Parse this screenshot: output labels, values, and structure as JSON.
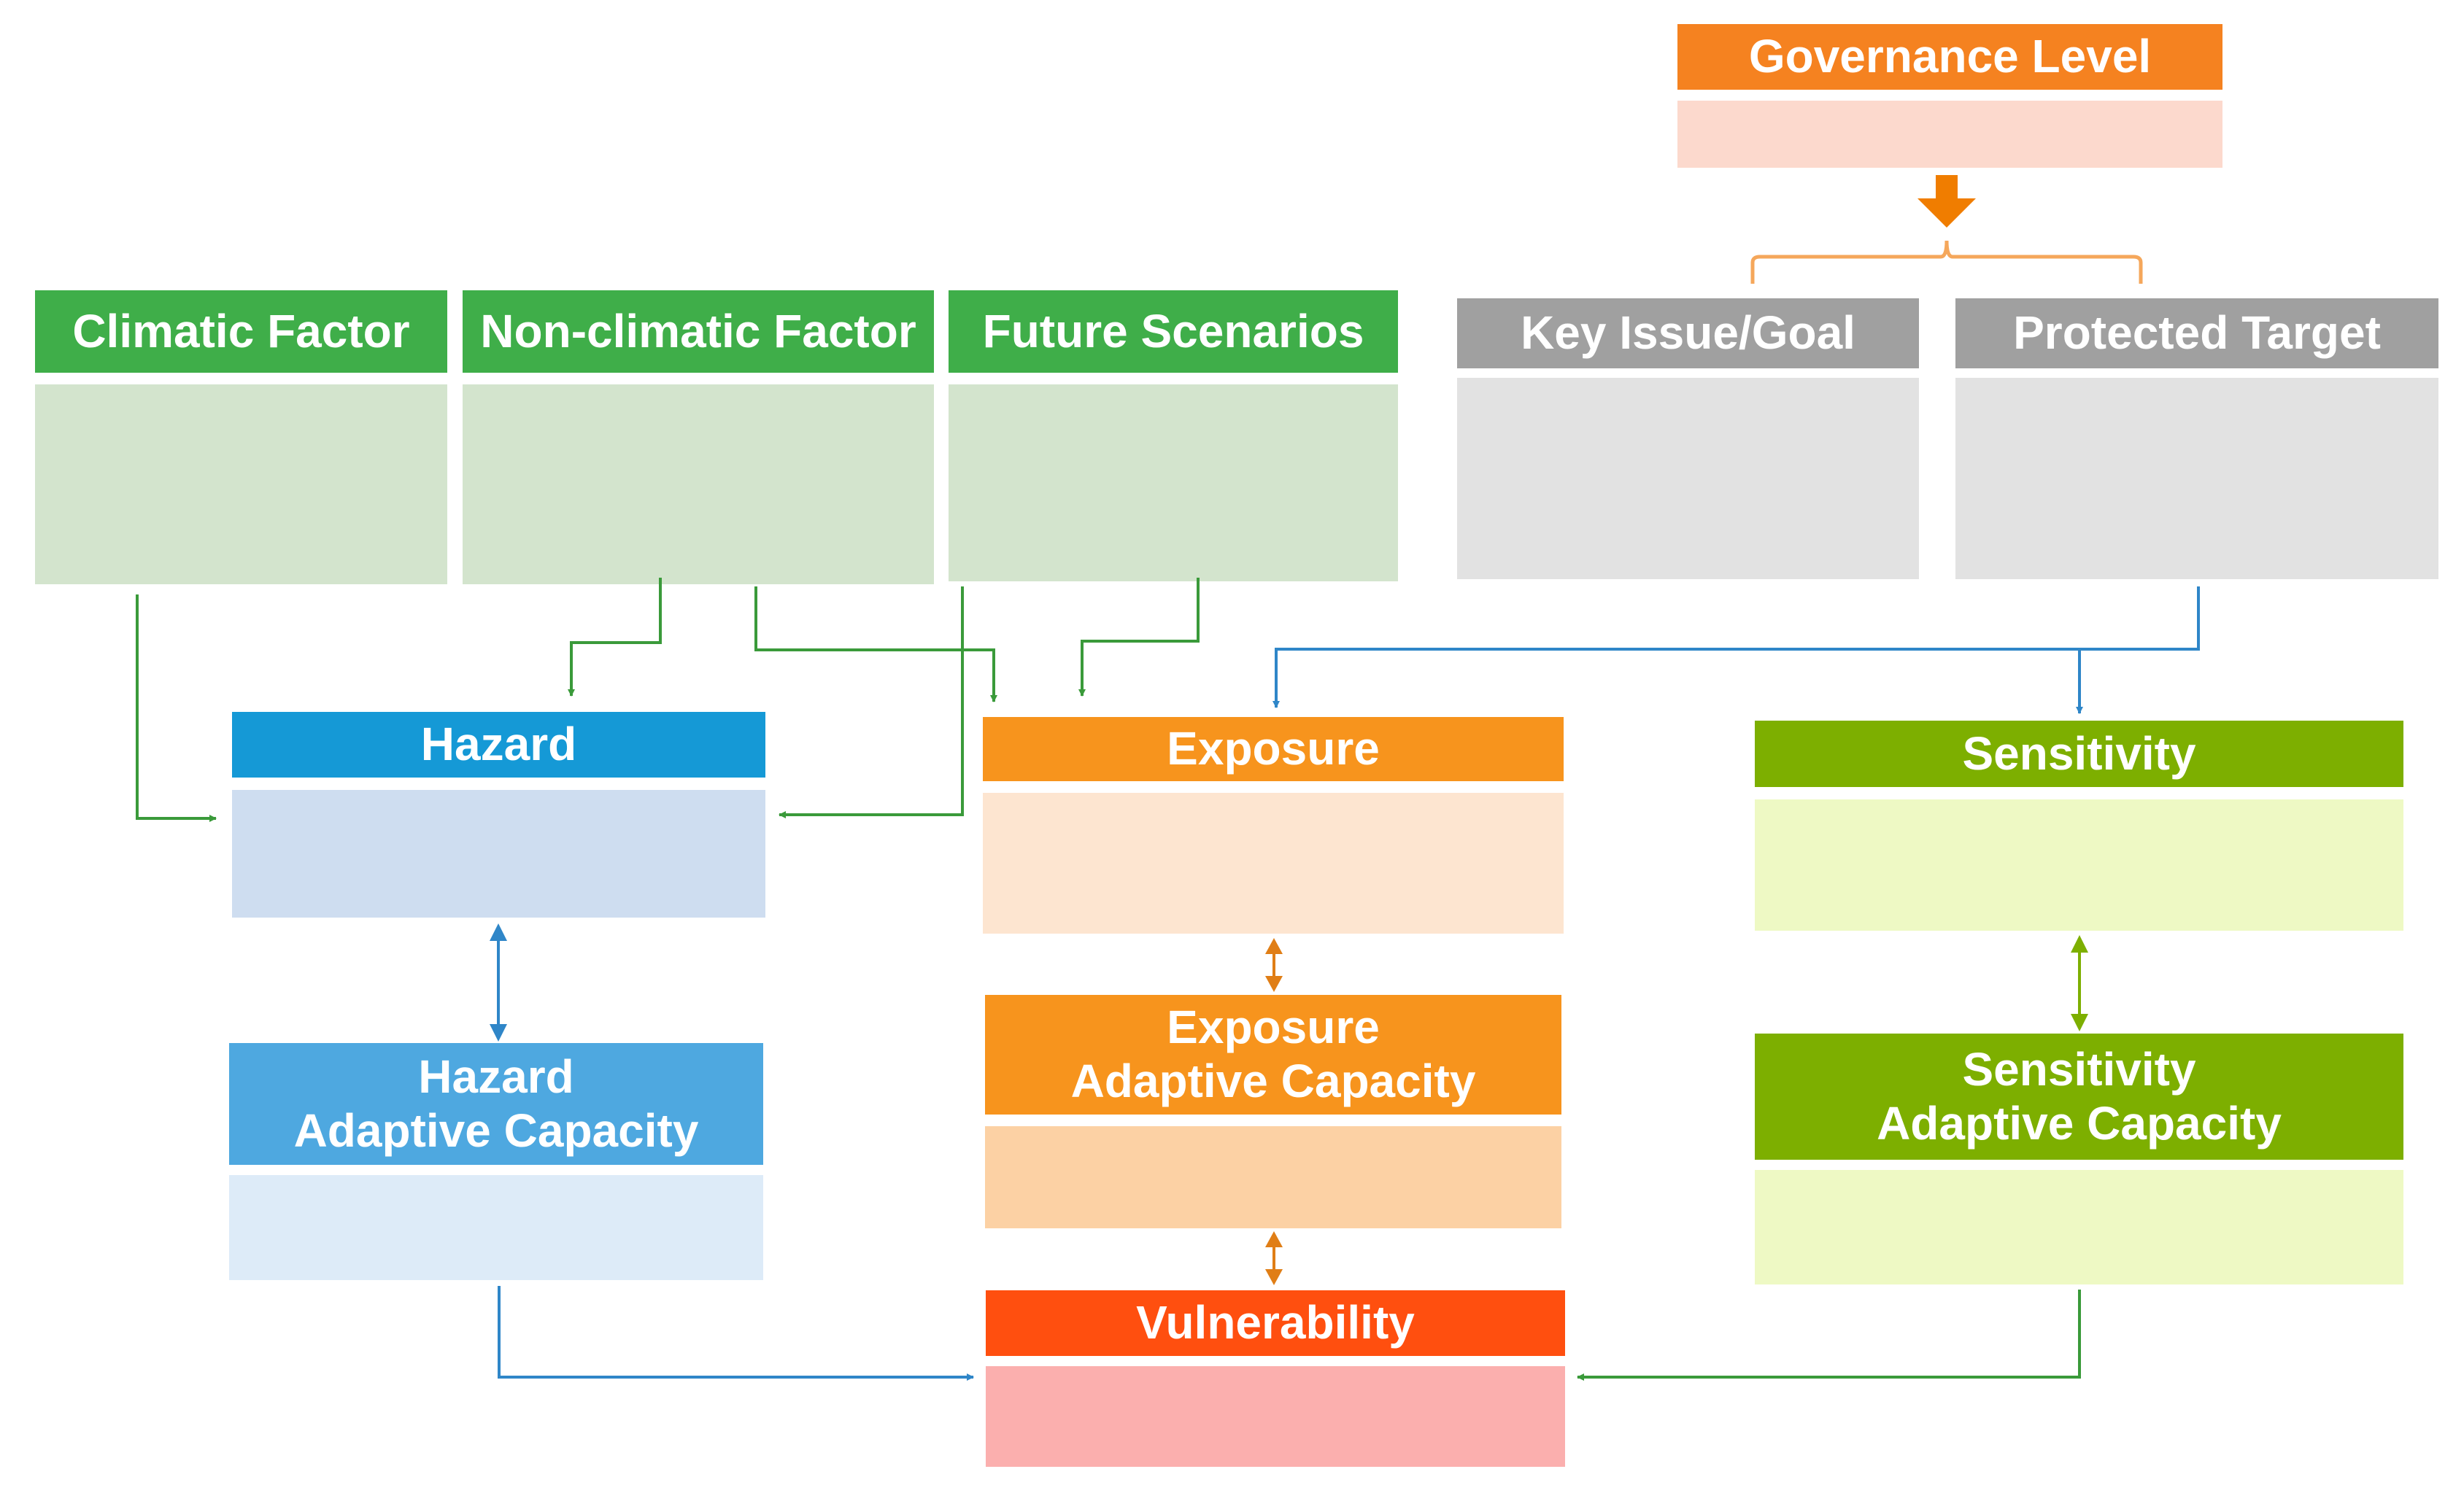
{
  "governance": {
    "title": "Governance Level",
    "header_color": "#F58220",
    "body_color": "#FCD9CD"
  },
  "factors": [
    {
      "title": "Climatic Factor",
      "header_color": "#3FAE49",
      "body_color": "#D3E4CD"
    },
    {
      "title": "Non-climatic Factor",
      "header_color": "#3FAE49",
      "body_color": "#D3E4CD"
    },
    {
      "title": "Future Scenarios",
      "header_color": "#3FAE49",
      "body_color": "#D3E4CD"
    }
  ],
  "targets": [
    {
      "title": "Key Issue/Goal",
      "header_color": "#A0A0A0",
      "body_color": "#E2E2E2"
    },
    {
      "title": "Protected Target",
      "header_color": "#A0A0A0",
      "body_color": "#E2E2E2"
    }
  ],
  "hazard": {
    "title": "Hazard",
    "header_color": "#1599D6",
    "body_color": "#CEDDF0"
  },
  "hazard_ac": {
    "title": "Hazard\nAdaptive Capacity",
    "header_color": "#4EA8E0",
    "body_color": "#DDEBF8"
  },
  "exposure": {
    "title": "Exposure",
    "header_color": "#F7941D",
    "body_color": "#FDE5D0"
  },
  "exposure_ac": {
    "title": "Exposure\nAdaptive Capacity",
    "header_color": "#F7941D",
    "body_color": "#FCD1A4"
  },
  "sensitivity": {
    "title": "Sensitivity",
    "header_color": "#7DAF00",
    "body_color": "#EEF9C4"
  },
  "sensitivity_ac": {
    "title": "Sensitivity\nAdaptive Capacity",
    "header_color": "#7DAF00",
    "body_color": "#EEF9C4"
  },
  "vulnerability": {
    "title": "Vulnerability",
    "header_color": "#FF4F0F",
    "body_color": "#FBAFAE"
  },
  "colors": {
    "green_arrow": "#3A9A3A",
    "blue_arrow": "#2F86C8",
    "orange_arrow": "#E07E16",
    "olive_arrow": "#7DAF00",
    "brace": "#F5A75B",
    "big_arrow": "#F07D00"
  }
}
